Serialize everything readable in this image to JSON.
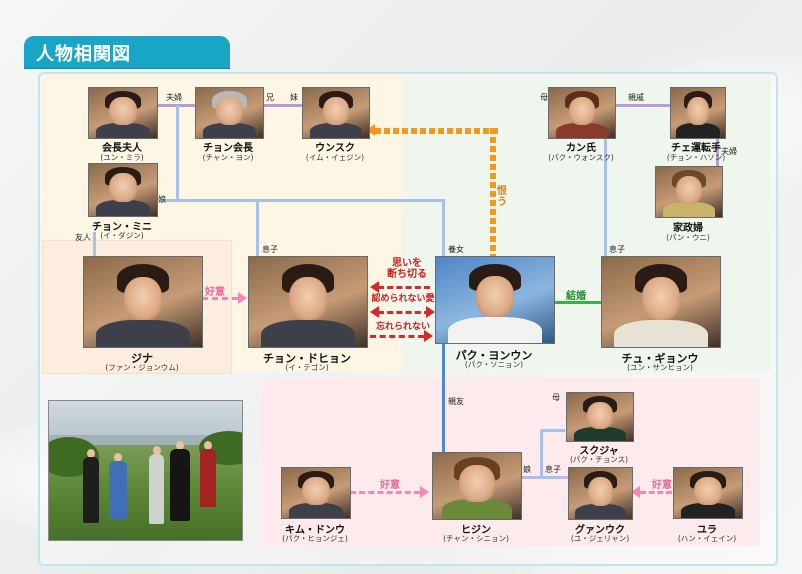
{
  "title": "人物相関図",
  "people": {
    "kaichou_fujin": {
      "name": "会長夫人",
      "actor": "(ユン・ミラ)"
    },
    "jung_kaichou": {
      "name": "チョン会長",
      "actor": "(チャン・ヨン)"
    },
    "eunsook": {
      "name": "ウンスク",
      "actor": "(イム・イェジン)"
    },
    "kan_shi": {
      "name": "カン氏",
      "actor": "(パク・ウォンスク)"
    },
    "chae_driver": {
      "name": "チェ運転手",
      "actor": "(チョン・ハソン)"
    },
    "kaseifu": {
      "name": "家政婦",
      "actor": "(パン・ウニ)"
    },
    "jung_mini": {
      "name": "チョン・ミニ",
      "actor": "(イ・ダジン)"
    },
    "jina": {
      "name": "ジナ",
      "actor": "(ファン・ジョンウム)"
    },
    "jung_dohyun": {
      "name": "チョン・ドヒョン",
      "actor": "(イ・テゴン)"
    },
    "park_yeonwoon": {
      "name": "パク・ヨンウン",
      "actor": "(パク・ソニョン)"
    },
    "chu_kyungwoo": {
      "name": "チュ・ギョンウ",
      "actor": "(ユン・サンヒョン)"
    },
    "sukja": {
      "name": "スクジャ",
      "actor": "(パク・チョンス)"
    },
    "kim_dongwoo": {
      "name": "キム・ドンウ",
      "actor": "(パク・ヒョンジェ)"
    },
    "hijin": {
      "name": "ヒジン",
      "actor": "(チャン・シニョン)"
    },
    "gwanwook": {
      "name": "グァンウク",
      "actor": "(ユ・ジェリャン)"
    },
    "yura": {
      "name": "ユラ",
      "actor": "(ハン・イェイン)"
    }
  },
  "relations": {
    "fuufu": "夫婦",
    "ani": "兄",
    "imouto": "妹",
    "haha": "母",
    "shinseki": "親戚",
    "fuufu2": "夫婦",
    "musume": "娘",
    "yuujin": "友人",
    "musuko": "息子",
    "yomenaba": "養女",
    "musuko2": "息子",
    "shinyuu": "親友",
    "haha2": "母",
    "musume2": "娘",
    "musuko3": "息子"
  },
  "arrows": {
    "urami": "恨う",
    "koui_jina": "好意",
    "omoi": [
      "思いを",
      "断ち切る"
    ],
    "mitomerarenai": "認められない愛",
    "wasurerarenai": "忘れられない",
    "kekkon": "結婚",
    "koui_kim": "好意",
    "koui_yura": "好意"
  },
  "colors": {
    "title_tab": "#19a6c6",
    "zone_yellow": "#fdf1d7",
    "zone_green": "#e6f2e3",
    "zone_pink": "#fadfe4",
    "line_blue": "#4f86d6",
    "line_light": "#a9c0e8",
    "marriage_green": "#3bb14a",
    "resent_orange": "#f39a1e",
    "affection_pink": "#f08ab0",
    "love_red": "#d32a2a"
  }
}
